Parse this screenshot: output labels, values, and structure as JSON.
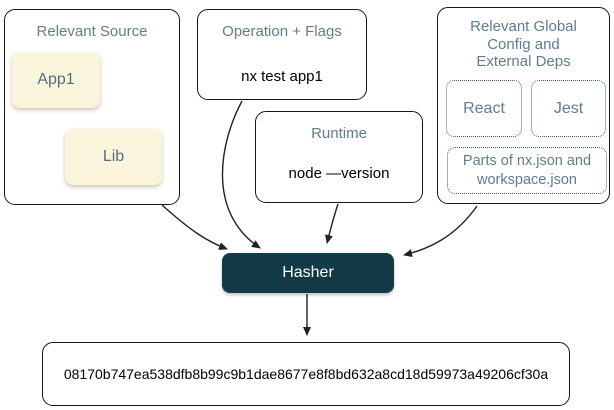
{
  "diagram": {
    "groups": {
      "relevant_source": {
        "title": "Relevant Source",
        "nodes": {
          "app1": "App1",
          "lib": "Lib"
        }
      },
      "operation_flags": {
        "title": "Operation + Flags",
        "command": "nx test app1"
      },
      "runtime": {
        "title": "Runtime",
        "command": "node —version"
      },
      "global_config": {
        "title": "Relevant Global\nConfig and\nExternal Deps",
        "deps": [
          "React",
          "Jest"
        ],
        "config_note": "Parts of nx.json and\nworkspace.json"
      }
    },
    "hasher": {
      "label": "Hasher"
    },
    "output": {
      "hash": "08170b747ea538dfb8b99c9b1dae8677e8f8bd632a8cd18d59973a49206cf30a"
    }
  },
  "colors": {
    "group_border": "#161616",
    "group_title_text": "#607d8b",
    "node_fill": "#fbf4dc",
    "node_text": "#50707f",
    "hasher_fill": "#133b47",
    "hasher_text": "#ffffff",
    "dotted_border": "#44606d",
    "arrow": "#222222"
  }
}
